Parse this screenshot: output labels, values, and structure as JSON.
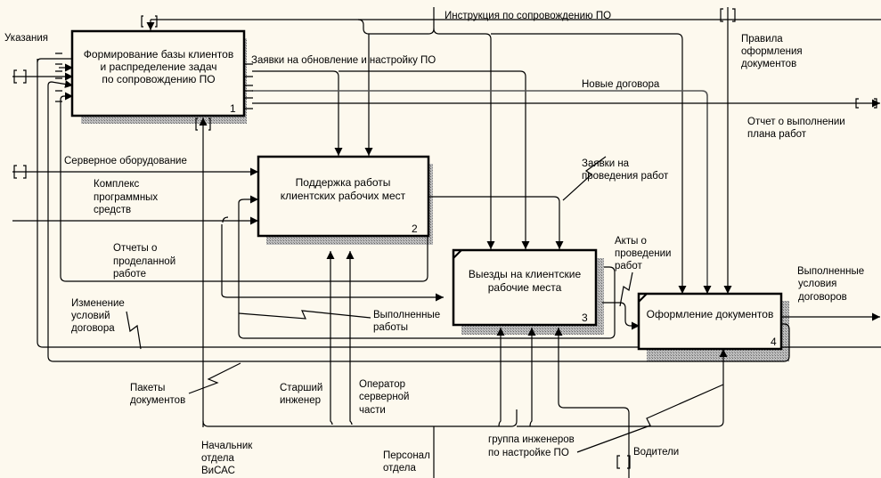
{
  "diagram": {
    "type": "IDEF0",
    "background_color": "#fdf9ee",
    "boxes": [
      {
        "id": "1",
        "lines": [
          "Формирование базы клиентов",
          "и распределение задач",
          "по сопровождению ПО"
        ]
      },
      {
        "id": "2",
        "lines": [
          "Поддержка работы",
          "клиентских рабочих мест"
        ]
      },
      {
        "id": "3",
        "lines": [
          "Выезды на клиентские",
          "рабочие места"
        ]
      },
      {
        "id": "4",
        "lines": [
          "Оформление документов"
        ]
      }
    ],
    "arrows": {
      "ukazaniya": [
        "Указания"
      ],
      "instrukciya": [
        "Инструкция по сопровождению ПО"
      ],
      "zayavki_obnovlenie": [
        "Заявки на обновление и настройку ПО"
      ],
      "novye_dogovora": [
        "Новые договора"
      ],
      "pravila": [
        "Правила",
        "оформления",
        "документов"
      ],
      "otchet_plan": [
        "Отчет о выполнении",
        "плана работ"
      ],
      "servernoe": [
        "Серверное оборудование"
      ],
      "kompleks": [
        "Комплекс",
        "программных",
        "средств"
      ],
      "zayavki_provedenie": [
        "Заявки на",
        "проведения работ"
      ],
      "otchety": [
        "Отчеты о",
        "проделанной",
        "работе"
      ],
      "akty": [
        "Акты о",
        "проведении",
        "работ"
      ],
      "vypolnennye_usloviya": [
        "Выполненные",
        "условия",
        "договоров"
      ],
      "izmenenie": [
        "Изменение",
        "условий",
        "договора"
      ],
      "vypolnennye_raboty": [
        "Выполненные",
        "работы"
      ],
      "pakety": [
        "Пакеты",
        "документов"
      ],
      "starshiy": [
        "Старший",
        "инженер"
      ],
      "operator": [
        "Оператор",
        "серверной",
        "части"
      ],
      "nachalnik": [
        "Начальник",
        "отдела",
        "ВиСАС"
      ],
      "personal": [
        "Персонал",
        "отдела"
      ],
      "gruppa": [
        "группа инженеров",
        "по настройке ПО"
      ],
      "voditeli": [
        "Водители"
      ]
    }
  }
}
